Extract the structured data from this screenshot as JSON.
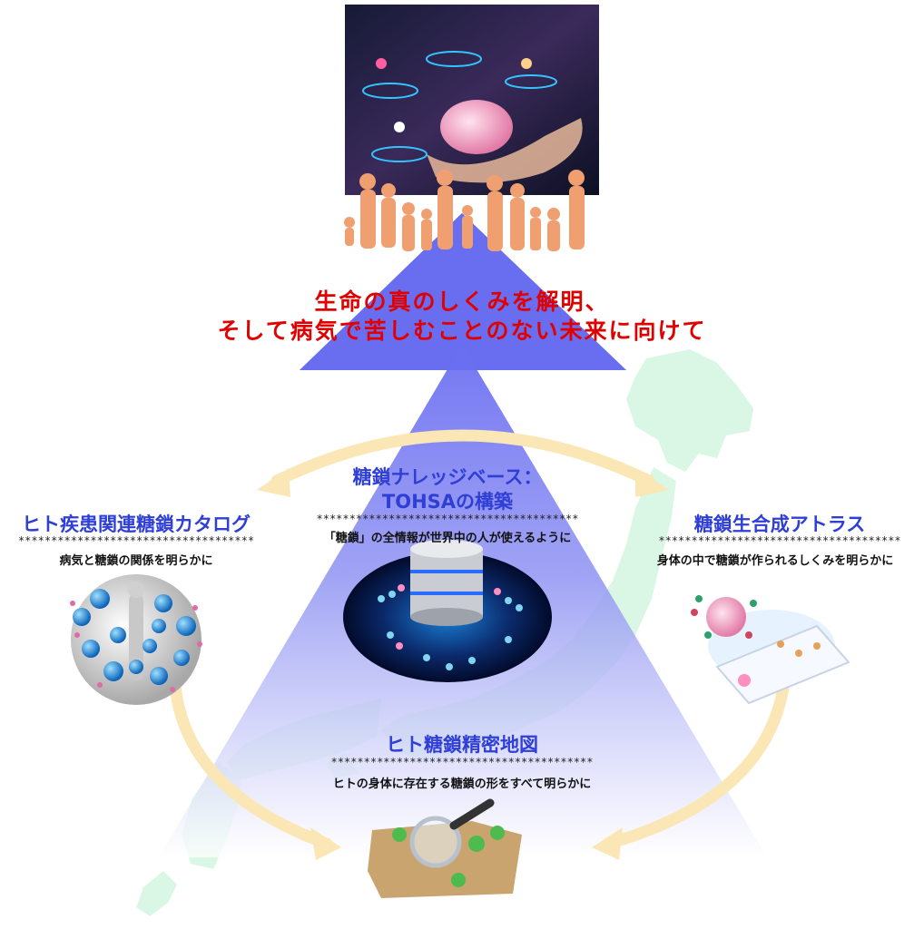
{
  "goal": {
    "line1": "生命の真のしくみを解明、",
    "line2": "そして病気で苦しむことのない未来に向けて"
  },
  "center": {
    "title_line1": "糖鎖ナレッジベース：",
    "title_line2": "TOHSAの構築",
    "stars": "****************************************",
    "description": "「糖鎖」の全情報が世界中の人が使えるように"
  },
  "left": {
    "title": "ヒト疾患関連糖鎖カタログ",
    "stars": "************************************",
    "description": "病気と糖鎖の関係を明らかに"
  },
  "right": {
    "title": "糖鎖生合成アトラス",
    "stars": "*************************************",
    "description": "身体の中で糖鎖が作られるしくみを明らかに"
  },
  "bottom": {
    "title": "ヒト糖鎖精密地図",
    "stars": "****************************************",
    "description": "ヒトの身体に存在する糖鎖の形をすべて明らかに"
  },
  "colors": {
    "goal_text": "#e00000",
    "heading_text": "#2f3fd6",
    "triangle": "#6a6ff0",
    "japan_map": "#d9f7e4",
    "cycle_arrows": "#fbe7b5",
    "people_silhouettes": "#f0a070"
  }
}
